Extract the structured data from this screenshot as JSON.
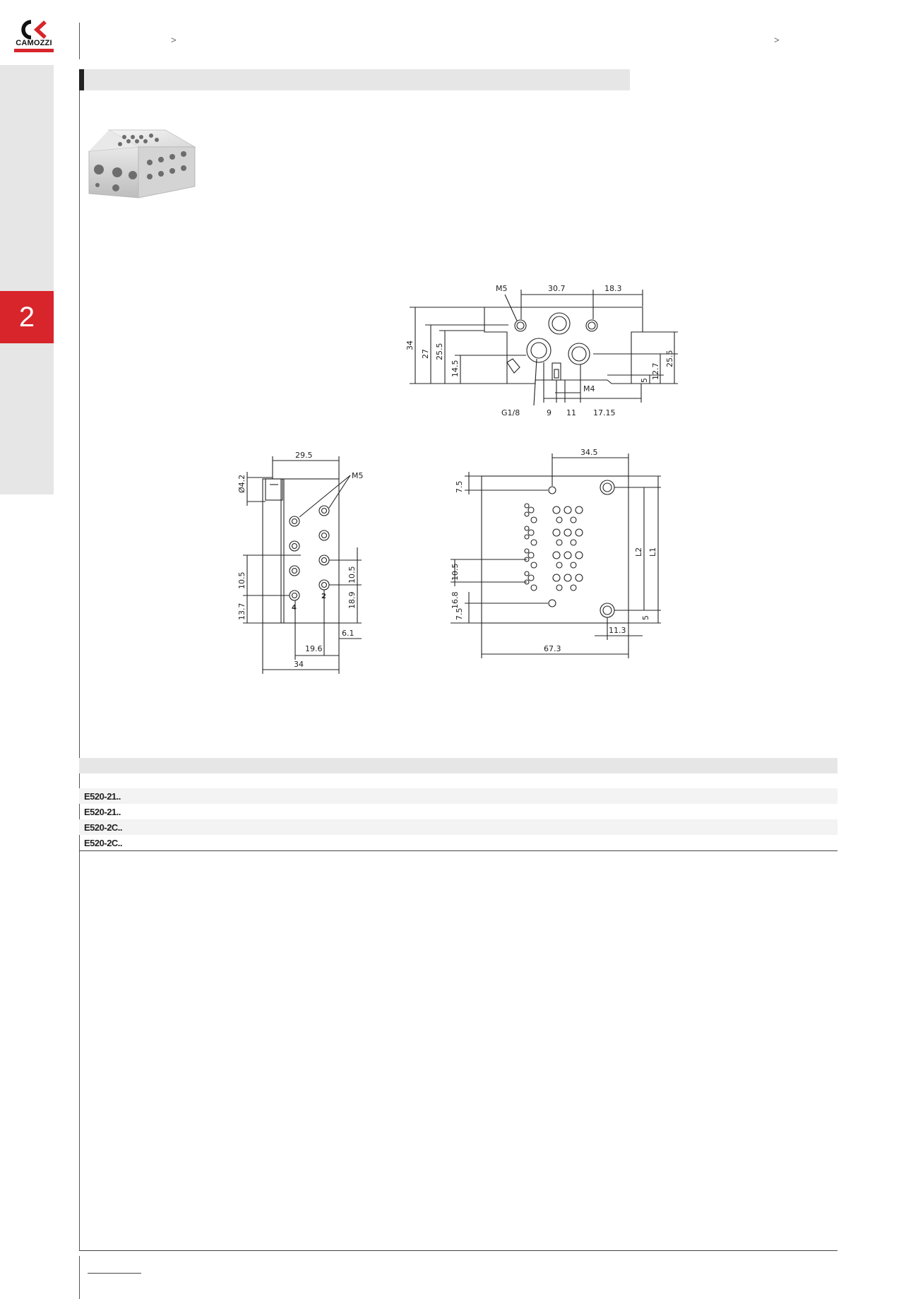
{
  "brand": {
    "name": "CAMOZZI",
    "accent": "#d7252b"
  },
  "chapter": {
    "number": "2"
  },
  "breadcrumb": {
    "sep1": ">",
    "sep2": ">"
  },
  "drawing": {
    "top_view": {
      "d_m5": "M5",
      "d_30_7": "30.7",
      "d_18_3": "18.3",
      "d_34": "34",
      "d_27": "27",
      "d_25_5_left": "25.5",
      "d_14_5": "14.5",
      "d_5": "5",
      "d_12_7": "12.7",
      "d_25_5_right": "25.5",
      "d_m4": "M4",
      "d_g1_8": "G1/8",
      "d_9": "9",
      "d_11": "11",
      "d_17_15": "17.15"
    },
    "side_view": {
      "d_phi_4_2": "Ø4.2",
      "d_29_5": "29.5",
      "d_m5": "M5",
      "d_10_5_left": "10.5",
      "d_13_7": "13.7",
      "d_10_5_right": "10.5",
      "d_18_9": "18.9",
      "d_6_1": "6.1",
      "d_19_6": "19.6",
      "d_34": "34",
      "port_4": "4",
      "port_2": "2"
    },
    "front_view": {
      "d_34_5": "34.5",
      "d_7_5_top": "7.5",
      "d_10_5": "10.5",
      "d_16_8": "16.8",
      "d_7_5_bottom": "7.5",
      "d_l2": "L2",
      "d_l1": "L1",
      "d_5": "5",
      "d_11_3": "11.3",
      "d_67_3": "67.3"
    }
  },
  "table": {
    "rows": [
      {
        "code": "E520-21.."
      },
      {
        "code": "E520-21.."
      },
      {
        "code": "E520-2C.."
      },
      {
        "code": "E520-2C.."
      }
    ]
  }
}
